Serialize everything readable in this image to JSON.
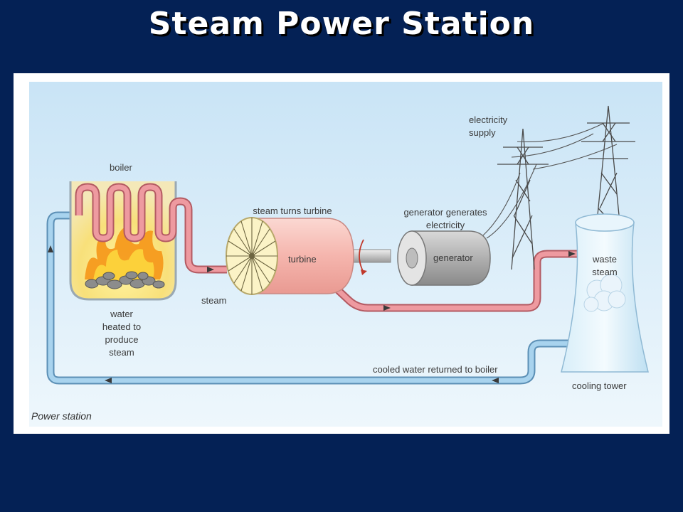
{
  "slide": {
    "title": "Steam Power Station"
  },
  "diagram": {
    "caption": "Power station",
    "labels": {
      "boiler": "boiler",
      "water_heated_1": "water",
      "water_heated_2": "heated to",
      "water_heated_3": "produce",
      "water_heated_4": "steam",
      "steam": "steam",
      "steam_turns_turbine": "steam turns turbine",
      "turbine": "turbine",
      "generator_generates_1": "generator generates",
      "generator_generates_2": "electricity",
      "generator": "generator",
      "electricity_supply_1": "electricity",
      "electricity_supply_2": "supply",
      "waste_steam_1": "waste",
      "waste_steam_2": "steam",
      "cooling_tower": "cooling tower",
      "cooled_water_returned": "cooled water returned to boiler"
    },
    "colors": {
      "background": "#042155",
      "sky": "#d2e9f7",
      "steam_pipe": "#e88e94",
      "water_pipe": "#8dc3e6",
      "turbine": "#f4b7b0",
      "generator": "#a9a9a9"
    }
  }
}
